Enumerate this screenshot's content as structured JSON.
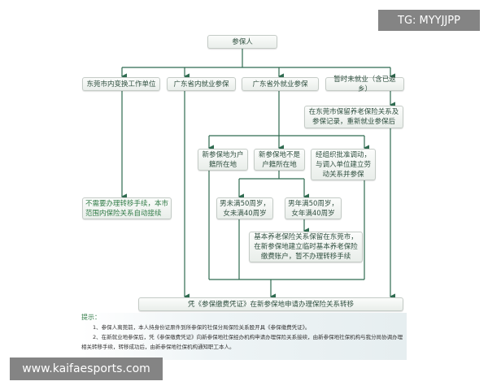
{
  "colors": {
    "line": "#2f6b50",
    "text": "#2f4f3f",
    "green_text": "#2f7a45"
  },
  "flow": {
    "root": "参保人",
    "b1": "东莞市内变换工作单位",
    "b2": "广东省内就业参保",
    "b3": "广东省外就业参保",
    "b4": "暂时未就业（含已返乡）",
    "b4a": "在东莞市保留养老保险关系及参保记录，重新就业参保后",
    "b1a": "不需要办理转移手续，本市范围内保险关系自动接续",
    "c1": "新参保地为户籍所在地",
    "c2": "新参保地不是户籍所在地",
    "c3": "经组织批准调动，与调入单位建立劳动关系并参保",
    "d1": "男未满50周岁，女未满40周岁",
    "d2": "男年满50周岁，女年满40周岁",
    "e1": "基本养老保险关系保留在东莞市，在新参保地建立临时基本养老保险缴费账户，暂不办理转移手续",
    "final": "凭《参保缴费凭证》在新参保地申请办理保险关系转移"
  },
  "notes": {
    "title": "提示：",
    "n1": "1、参保人离莞前，本人持身份证原件到所参保的社保分局保险关系股开具《参保缴费凭证》。",
    "n2": "2、在新就业地参保后，凭《参保缴费凭证》向新参保地社保经办机构申请办理保险关系接续，由新参保地社保机构与我分局协调办理相关转移手续，转移成功后，由新参保地社保机构通知职工本人。"
  },
  "watermarks": {
    "top": "TG: MYYJJPP",
    "bottom": "www.kaifaesports.com"
  }
}
